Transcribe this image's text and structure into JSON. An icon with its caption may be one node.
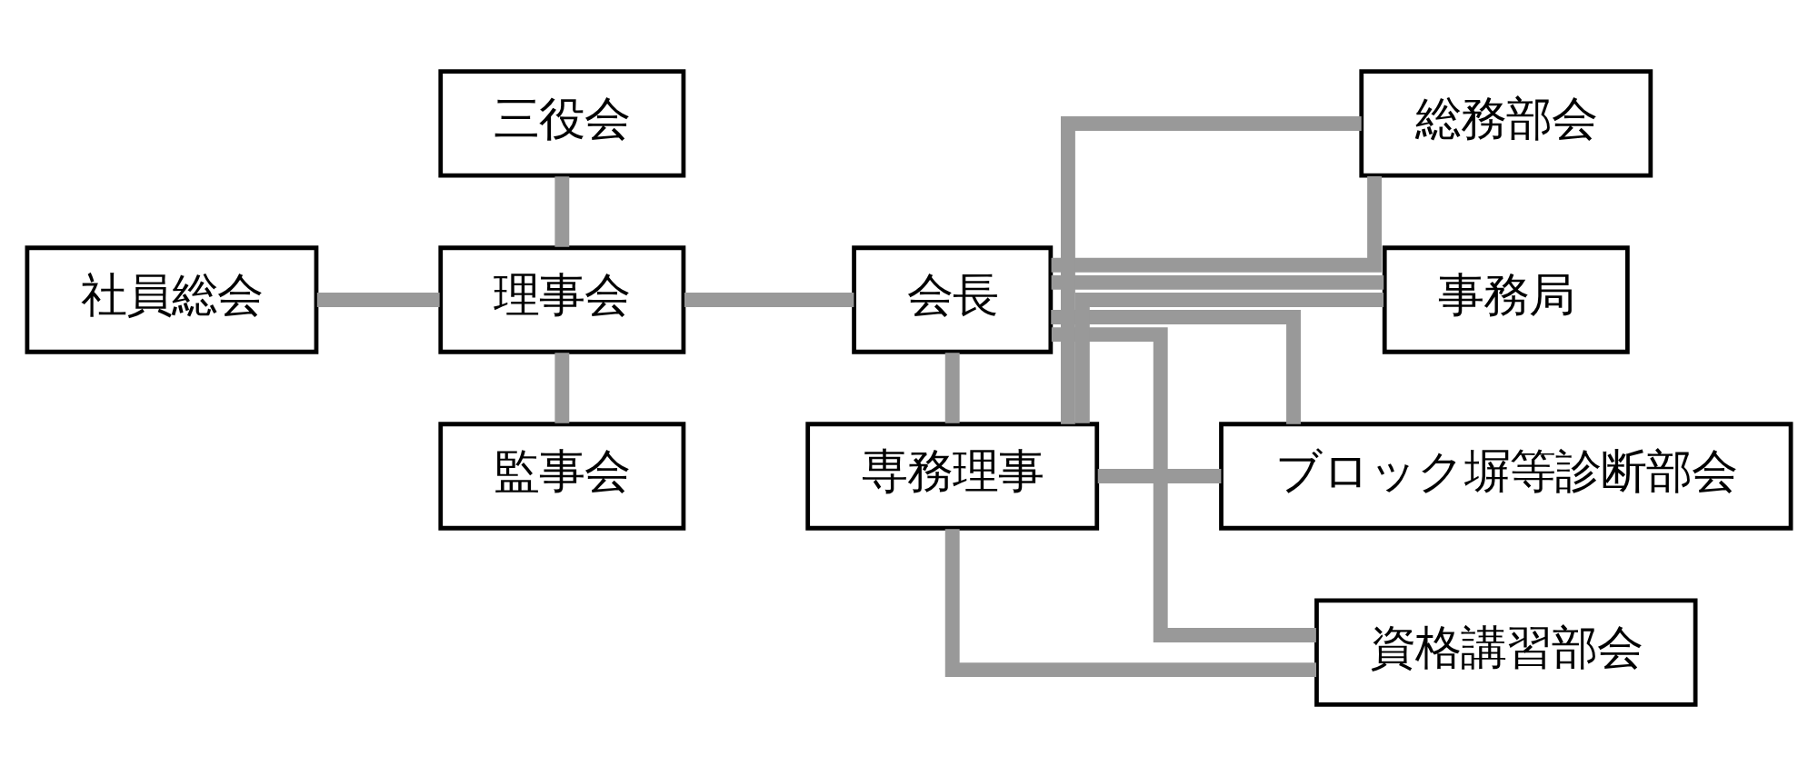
{
  "diagram": {
    "nodes": [
      {
        "text": [
          "社員総会"
        ]
      },
      {
        "text": [
          "三役会"
        ]
      },
      {
        "text": [
          "理事会"
        ]
      },
      {
        "text": [
          "監事会"
        ]
      },
      {
        "text": [
          "会長"
        ]
      },
      {
        "text": [
          "専務理事"
        ]
      },
      {
        "text": [
          "ブロック塀等診断部会"
        ]
      },
      {
        "text": [
          "資格講習部会"
        ]
      },
      {
        "text": [
          "総務部会"
        ]
      },
      {
        "text": [
          "事務局"
        ]
      }
    ],
    "edges": [
      {
        "from": 0,
        "to": 2,
        "arrow": "none"
      },
      {
        "from": 1,
        "to": 2,
        "arrow": "none"
      },
      {
        "from": 2,
        "to": 3,
        "arrow": "none"
      },
      {
        "from": 2,
        "to": 4,
        "arrow": "none"
      },
      {
        "from": 4,
        "to": 5,
        "arrow": "none"
      },
      {
        "from": 4,
        "to": 6,
        "arrow": "none"
      },
      {
        "from": 4,
        "to": 7,
        "arrow": "none"
      },
      {
        "from": 4,
        "to": 8,
        "arrow": "none"
      },
      {
        "from": 4,
        "to": 9,
        "arrow": "none"
      },
      {
        "from": 5,
        "to": 6,
        "arrow": "none"
      },
      {
        "from": 5,
        "to": 7,
        "arrow": "none"
      },
      {
        "from": 5,
        "to": 8,
        "arrow": "none"
      },
      {
        "from": 5,
        "to": 9,
        "arrow": "none"
      }
    ]
  }
}
